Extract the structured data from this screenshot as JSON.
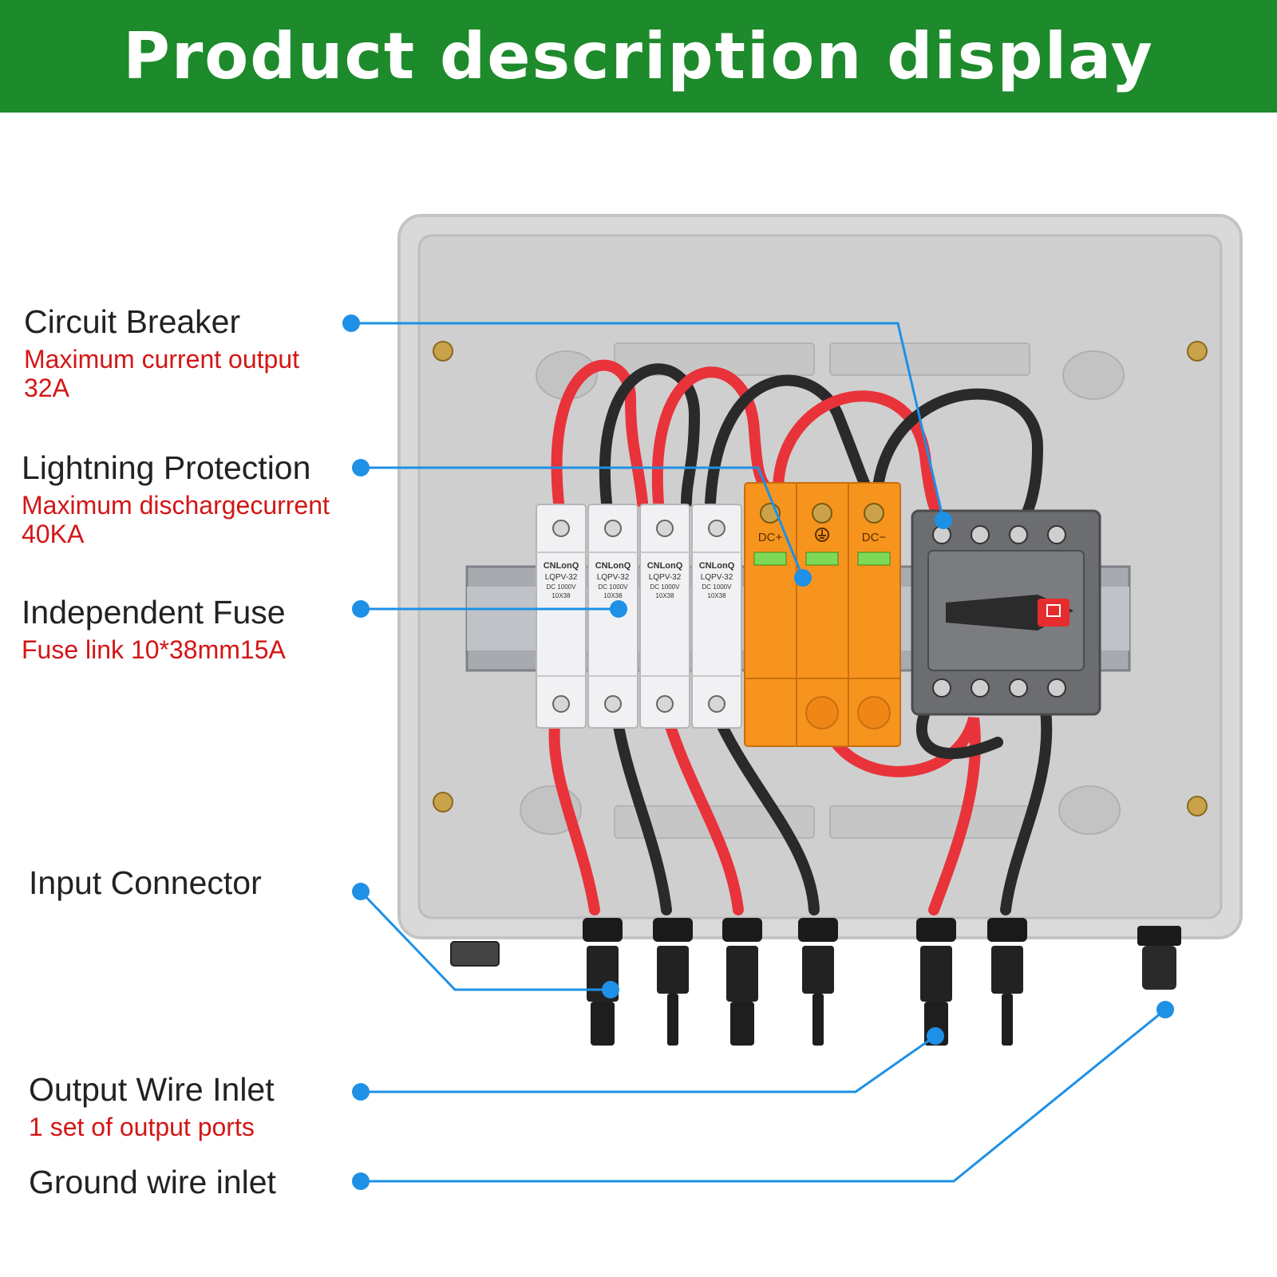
{
  "header": {
    "title": "Product description display"
  },
  "callouts": [
    {
      "id": "circuit-breaker",
      "title": "Circuit Breaker",
      "desc": "Maximum current output",
      "desc2": "32A"
    },
    {
      "id": "lightning-protection",
      "title": "Lightning Protection",
      "desc": "Maximum dischargecurrent",
      "desc2": "40KA"
    },
    {
      "id": "independent-fuse",
      "title": "Independent Fuse",
      "desc": "Fuse link 10*38mm15A"
    },
    {
      "id": "input-connector",
      "title": "Input Connector"
    },
    {
      "id": "output-wire-inlet",
      "title": "Output Wire Inlet",
      "desc": "1 set of output ports"
    },
    {
      "id": "ground-wire-inlet",
      "title": "Ground wire inlet"
    }
  ],
  "product": {
    "fuse_brand": "CNLonQ",
    "fuse_model": "LQPV-32",
    "fuse_rating": "DC 1000V",
    "fuse_size": "10X38",
    "spd_dc_plus": "DC+",
    "spd_dc_minus": "DC−"
  },
  "colors": {
    "banner": "#1d8a2b",
    "label_title": "#222222",
    "label_desc": "#d31616",
    "leader": "#1e90e6",
    "spd": "#f7941d",
    "wire_red": "#e8333a",
    "wire_black": "#2a2a2a"
  }
}
